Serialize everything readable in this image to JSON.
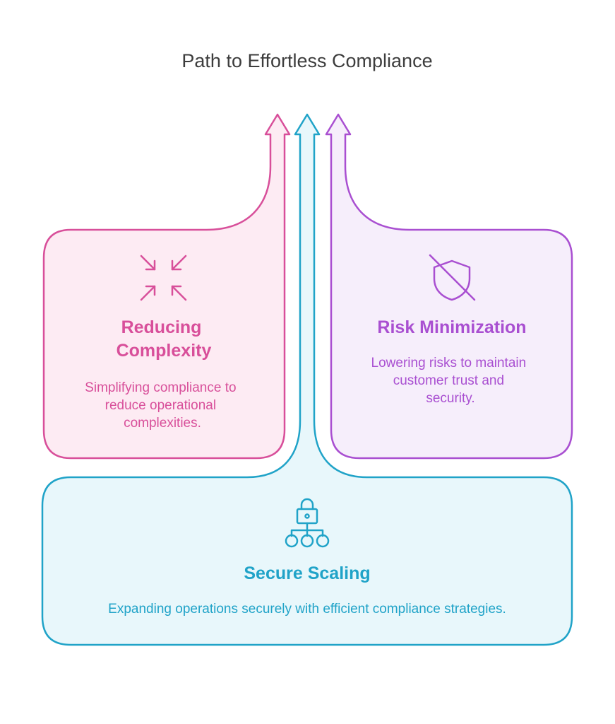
{
  "title": "Path to Effortless Compliance",
  "colors": {
    "pink": "#d84f9a",
    "pink_fill": "#fdebf3",
    "purple": "#a94fd1",
    "purple_fill": "#f6eefb",
    "blue": "#20a3c8",
    "blue_fill": "#e8f7fb"
  },
  "sections": {
    "reducing": {
      "icon": "compress-arrows-icon",
      "heading_lines": [
        "Reducing",
        "Complexity"
      ],
      "description_lines": [
        "Simplifying compliance to",
        "reduce operational",
        "complexities."
      ]
    },
    "risk": {
      "icon": "shield-off-icon",
      "heading": "Risk Minimization",
      "description_lines": [
        "Lowering risks to maintain",
        "customer trust and",
        "security."
      ]
    },
    "scaling": {
      "icon": "lock-network-icon",
      "heading": "Secure Scaling",
      "description": "Expanding operations securely with efficient compliance strategies."
    }
  }
}
